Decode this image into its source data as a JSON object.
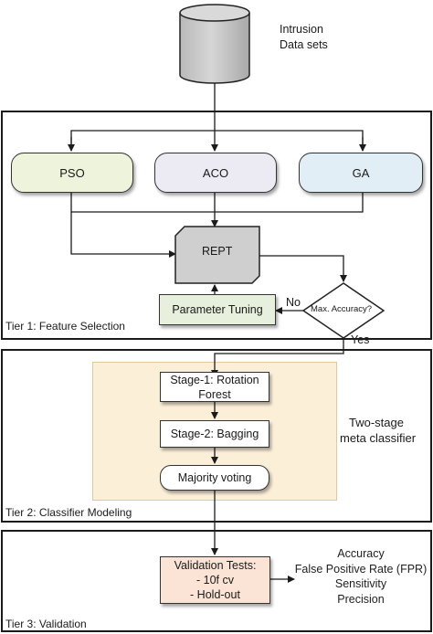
{
  "database": {
    "label_line1": "Intrusion",
    "label_line2": "Data sets"
  },
  "tier1": {
    "label": "Tier 1: Feature Selection",
    "algorithms": [
      {
        "label": "PSO",
        "color": "#eef3dc"
      },
      {
        "label": "ACO",
        "color": "#ecebf3"
      },
      {
        "label": "GA",
        "color": "#e2eef5"
      }
    ],
    "rept_label": "REPT",
    "decision_label": "Max. Accuracy?",
    "param_tuning_label": "Parameter Tuning",
    "no_label": "No",
    "yes_label": "Yes"
  },
  "tier2": {
    "label": "Tier 2: Classifier Modeling",
    "stage1_line1": "Stage-1: Rotation",
    "stage1_line2": "Forest",
    "stage2_label": "Stage-2: Bagging",
    "voting_label": "Majority voting",
    "meta_line1": "Two-stage",
    "meta_line2": "meta classifier"
  },
  "tier3": {
    "label": "Tier 3: Validation",
    "validation_line1": "Validation Tests:",
    "validation_line2": "- 10f cv",
    "validation_line3": "- Hold-out",
    "metrics": [
      "Accuracy",
      "False Positive Rate (FPR)",
      "Sensitivity",
      "Precision"
    ]
  },
  "colors": {
    "param_tuning_fill": "#e6f0dc",
    "meta_panel_fill": "#fcefd8",
    "validation_fill": "#fbe4d5",
    "rept_fill": "#cfcfcf",
    "database_fill": "#c8c8c8"
  }
}
